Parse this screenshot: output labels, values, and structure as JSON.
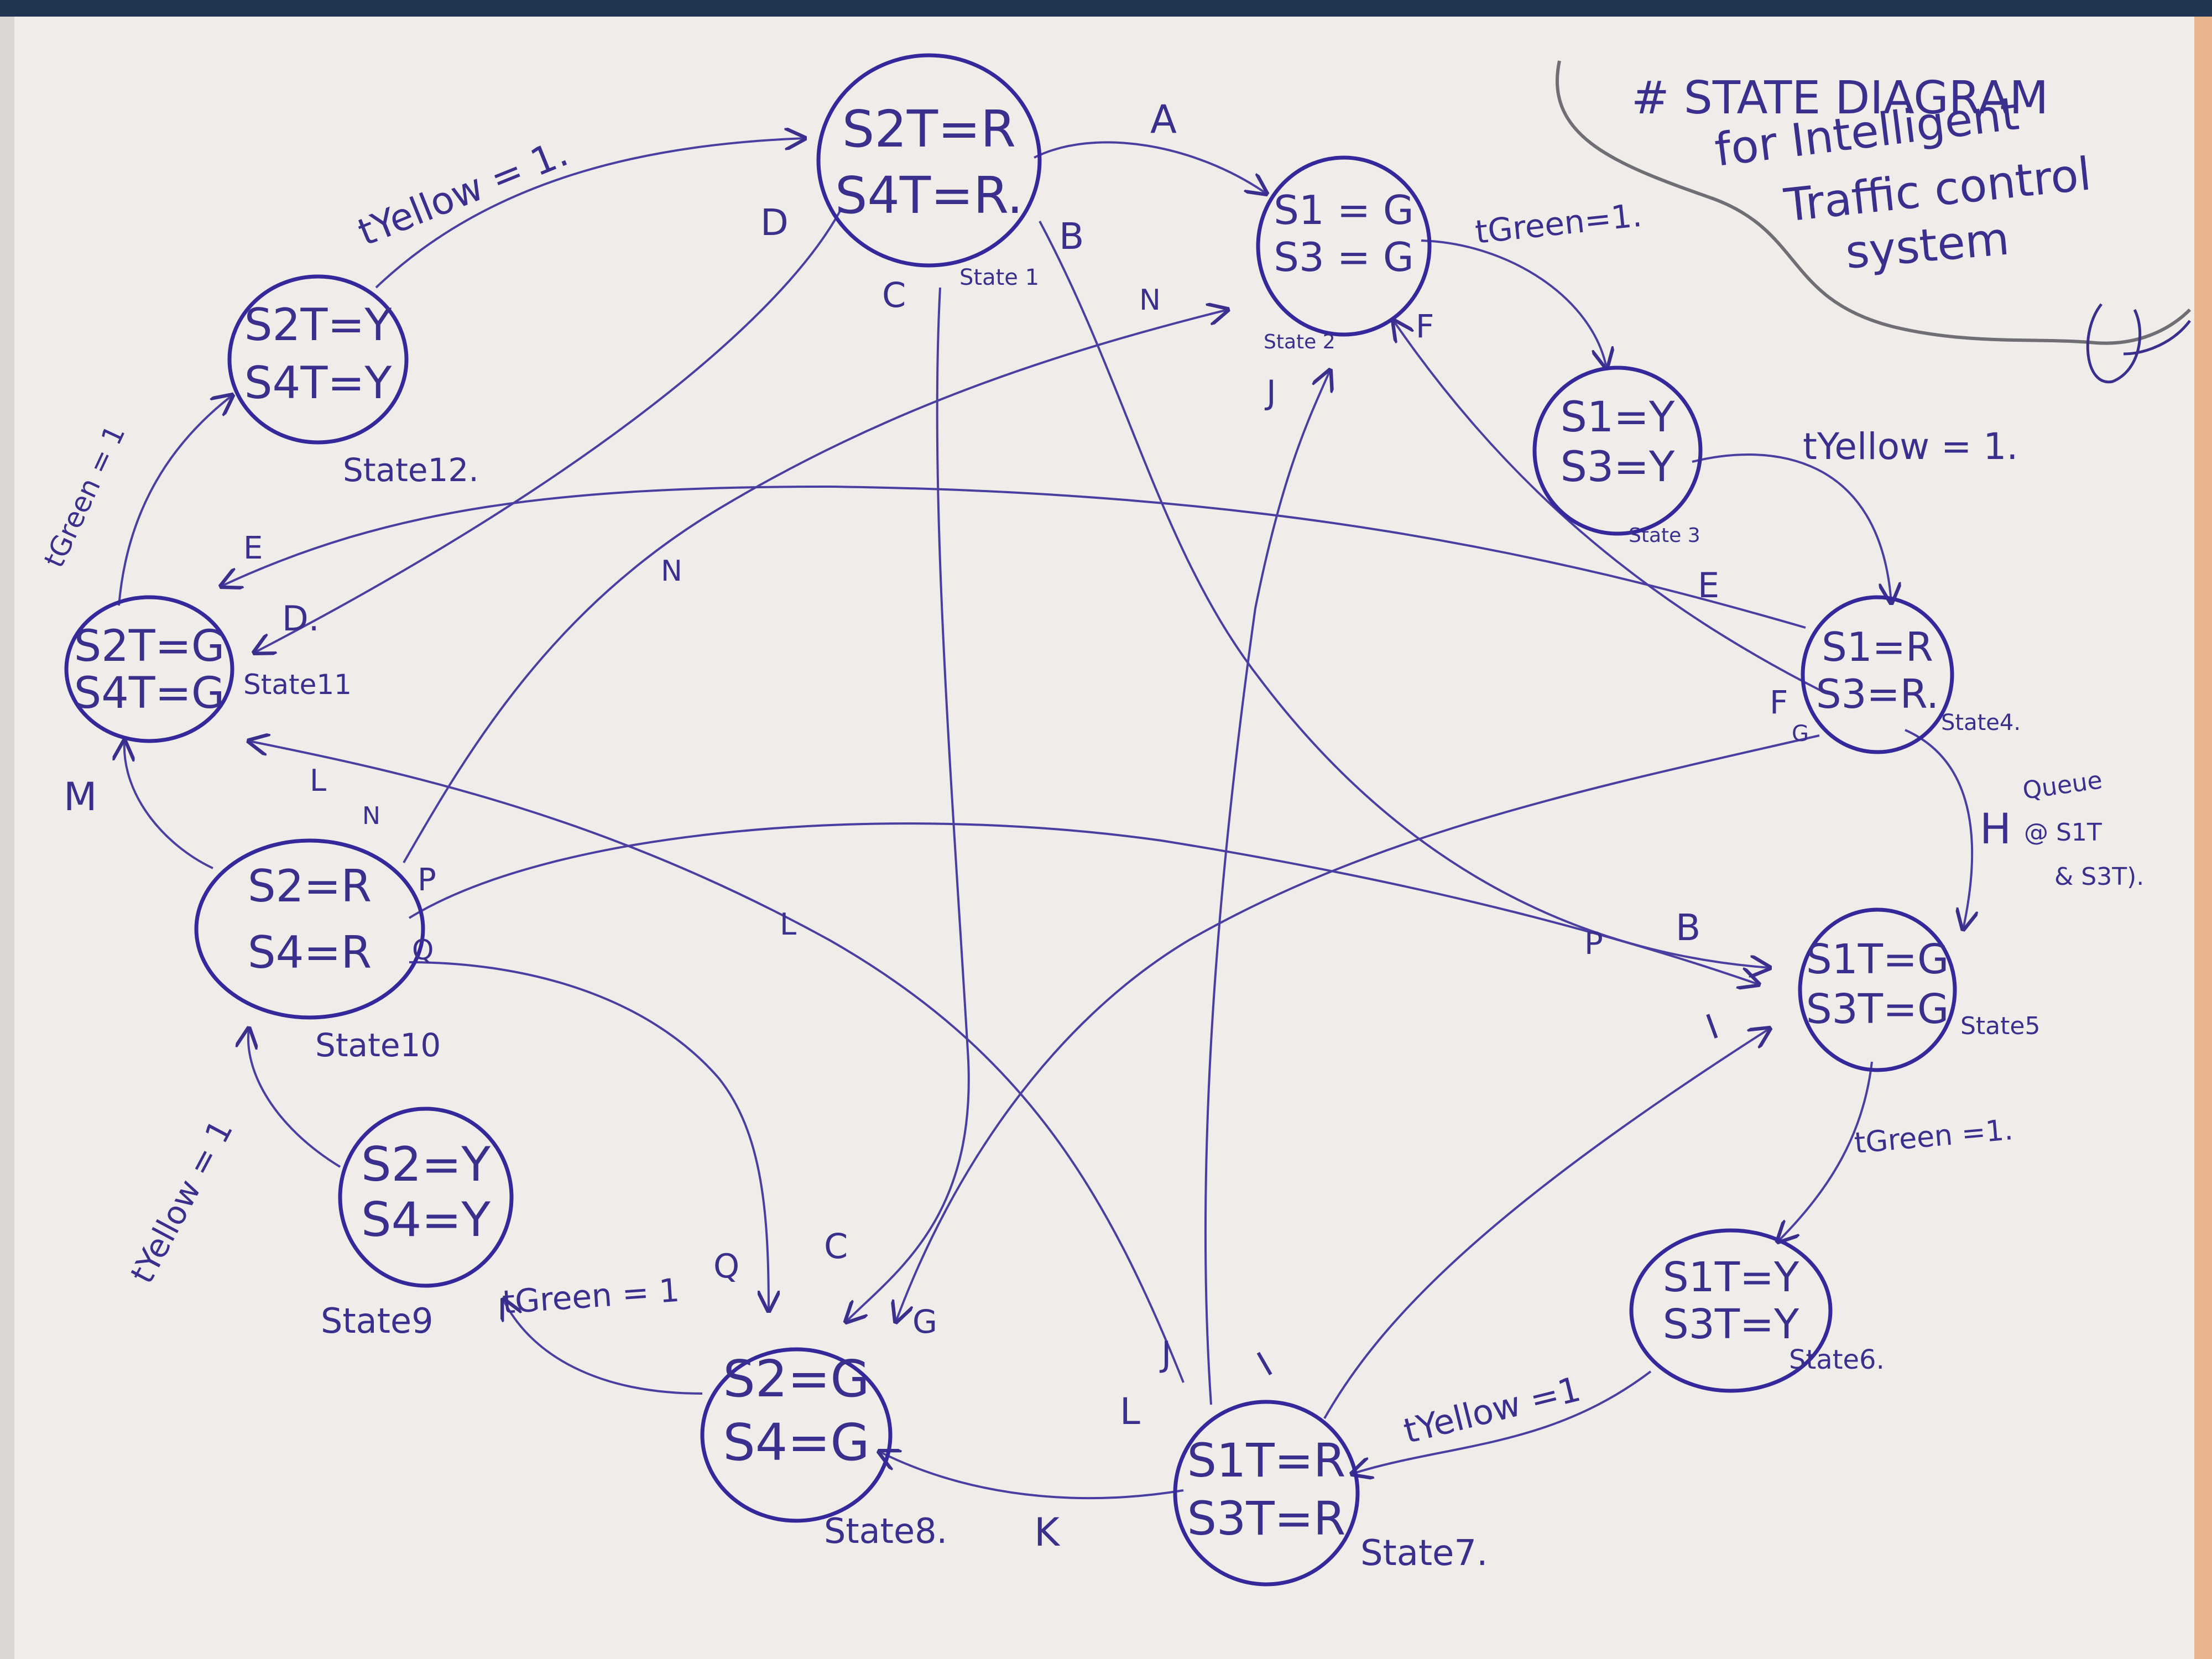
{
  "title": {
    "line1": "# STATE DIAGRAM",
    "line2": "for Intelligent",
    "line3": "Traffic control",
    "line4": "system"
  },
  "states": [
    {
      "id": "s1",
      "line1": "S2T=R",
      "line2": "S4T=R.",
      "label": "State 1"
    },
    {
      "id": "s2",
      "line1": "S1 = G",
      "line2": "S3 = G",
      "label": "State 2"
    },
    {
      "id": "s3",
      "line1": "S1=Y",
      "line2": "S3=Y",
      "label": "State 3"
    },
    {
      "id": "s4",
      "line1": "S1=R",
      "line2": "S3=R.",
      "label": "State4."
    },
    {
      "id": "s5",
      "line1": "S1T=G",
      "line2": "S3T=G",
      "label": "State5"
    },
    {
      "id": "s6",
      "line1": "S1T=Y",
      "line2": "S3T=Y",
      "label": "State6."
    },
    {
      "id": "s7",
      "line1": "S1T=R",
      "line2": "S3T=R",
      "label": "State7."
    },
    {
      "id": "s8",
      "line1": "S2=G",
      "line2": "S4=G",
      "label": "State8."
    },
    {
      "id": "s9",
      "line1": "S2=Y",
      "line2": "S4=Y",
      "label": "State9"
    },
    {
      "id": "s10",
      "line1": "S2=R",
      "line2": "S4=R",
      "label": "State10"
    },
    {
      "id": "s11",
      "line1": "S2T=G",
      "line2": "S4T=G",
      "label": "State11"
    },
    {
      "id": "s12",
      "line1": "S2T=Y",
      "line2": "S4T=Y",
      "label": "State12."
    }
  ],
  "edge_labels": {
    "a": "A",
    "b1": "B",
    "b2": "B",
    "c1": "C",
    "c2": "C",
    "d1": "D",
    "d2": "D.",
    "e1": "E",
    "e2": "E",
    "f1": "F",
    "f2": "F",
    "g1": "G",
    "g2": "G",
    "h": "H",
    "queue1": "Queue",
    "queue2": "@ S1T",
    "queue3": "& S3T).",
    "i1": "I",
    "i2": "I",
    "j1": "J",
    "j2": "J",
    "k": "K",
    "l1": "L",
    "l2": "L",
    "l3": "L",
    "m": "M",
    "n1": "N",
    "n2": "N",
    "n3": "N",
    "p1": "P",
    "p2": "P",
    "q1": "Q",
    "q2": "Q",
    "t12_1": "tYellow = 1.",
    "t2_3": "tGreen=1.",
    "t3_4": "tYellow = 1.",
    "t5_6": "tGreen =1.",
    "t6_7": "tYellow =1",
    "t8_9": "tGreen = 1",
    "t9_10": "tYellow = 1",
    "t11_12": "tGreen = 1"
  },
  "colors": {
    "ink": "#3a2f8c",
    "paper": "#f1eeea",
    "pencil": "#6f6e74"
  }
}
